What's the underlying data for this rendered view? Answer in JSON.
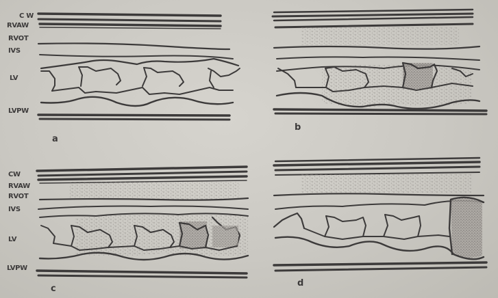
{
  "figure": {
    "panels": [
      {
        "id": "a",
        "letter": "a",
        "labels": [
          "C W",
          "RVAW",
          "RVOT",
          "IVS",
          "LV",
          "LVPW"
        ]
      },
      {
        "id": "b",
        "letter": "b",
        "labels": []
      },
      {
        "id": "c",
        "letter": "c",
        "labels": [
          "CW",
          "RVAW",
          "RVOT",
          "IVS",
          "LV",
          "LVPW"
        ]
      },
      {
        "id": "d",
        "letter": "d",
        "labels": []
      }
    ]
  },
  "colors": {
    "ink": "#3c3a3a",
    "paper": "#cfcdc7",
    "stipple": "#8e8a86"
  }
}
